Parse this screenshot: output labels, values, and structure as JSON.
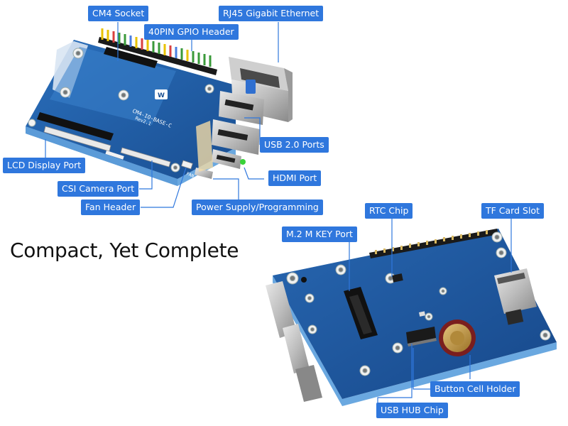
{
  "headline": "Compact, Yet Complete",
  "board_silkscreen": {
    "model": "CM4-IO-BASE-C",
    "revision": "Rev2.1",
    "fan": "FAN",
    "usb": "USB"
  },
  "labels": {
    "cm4_socket": "CM4 Socket",
    "rj45": "RJ45 Gigabit Ethernet",
    "gpio": "40PIN GPIO Header",
    "usb2": "USB 2.0 Ports",
    "lcd": "LCD Display Port",
    "hdmi": "HDMI Port",
    "csi": "CSI Camera Port",
    "fan": "Fan Header",
    "power": "Power Supply/Programming",
    "rtc": "RTC Chip",
    "tf": "TF Card Slot",
    "m2": "M.2 M KEY Port",
    "cell": "Button Cell Holder",
    "hub": "USB HUB Chip"
  },
  "colors": {
    "label_bg": "#2f77dd",
    "label_text": "#ffffff",
    "pcb": "#1f5fa8",
    "pcb_edge": "#6aa8e0"
  }
}
